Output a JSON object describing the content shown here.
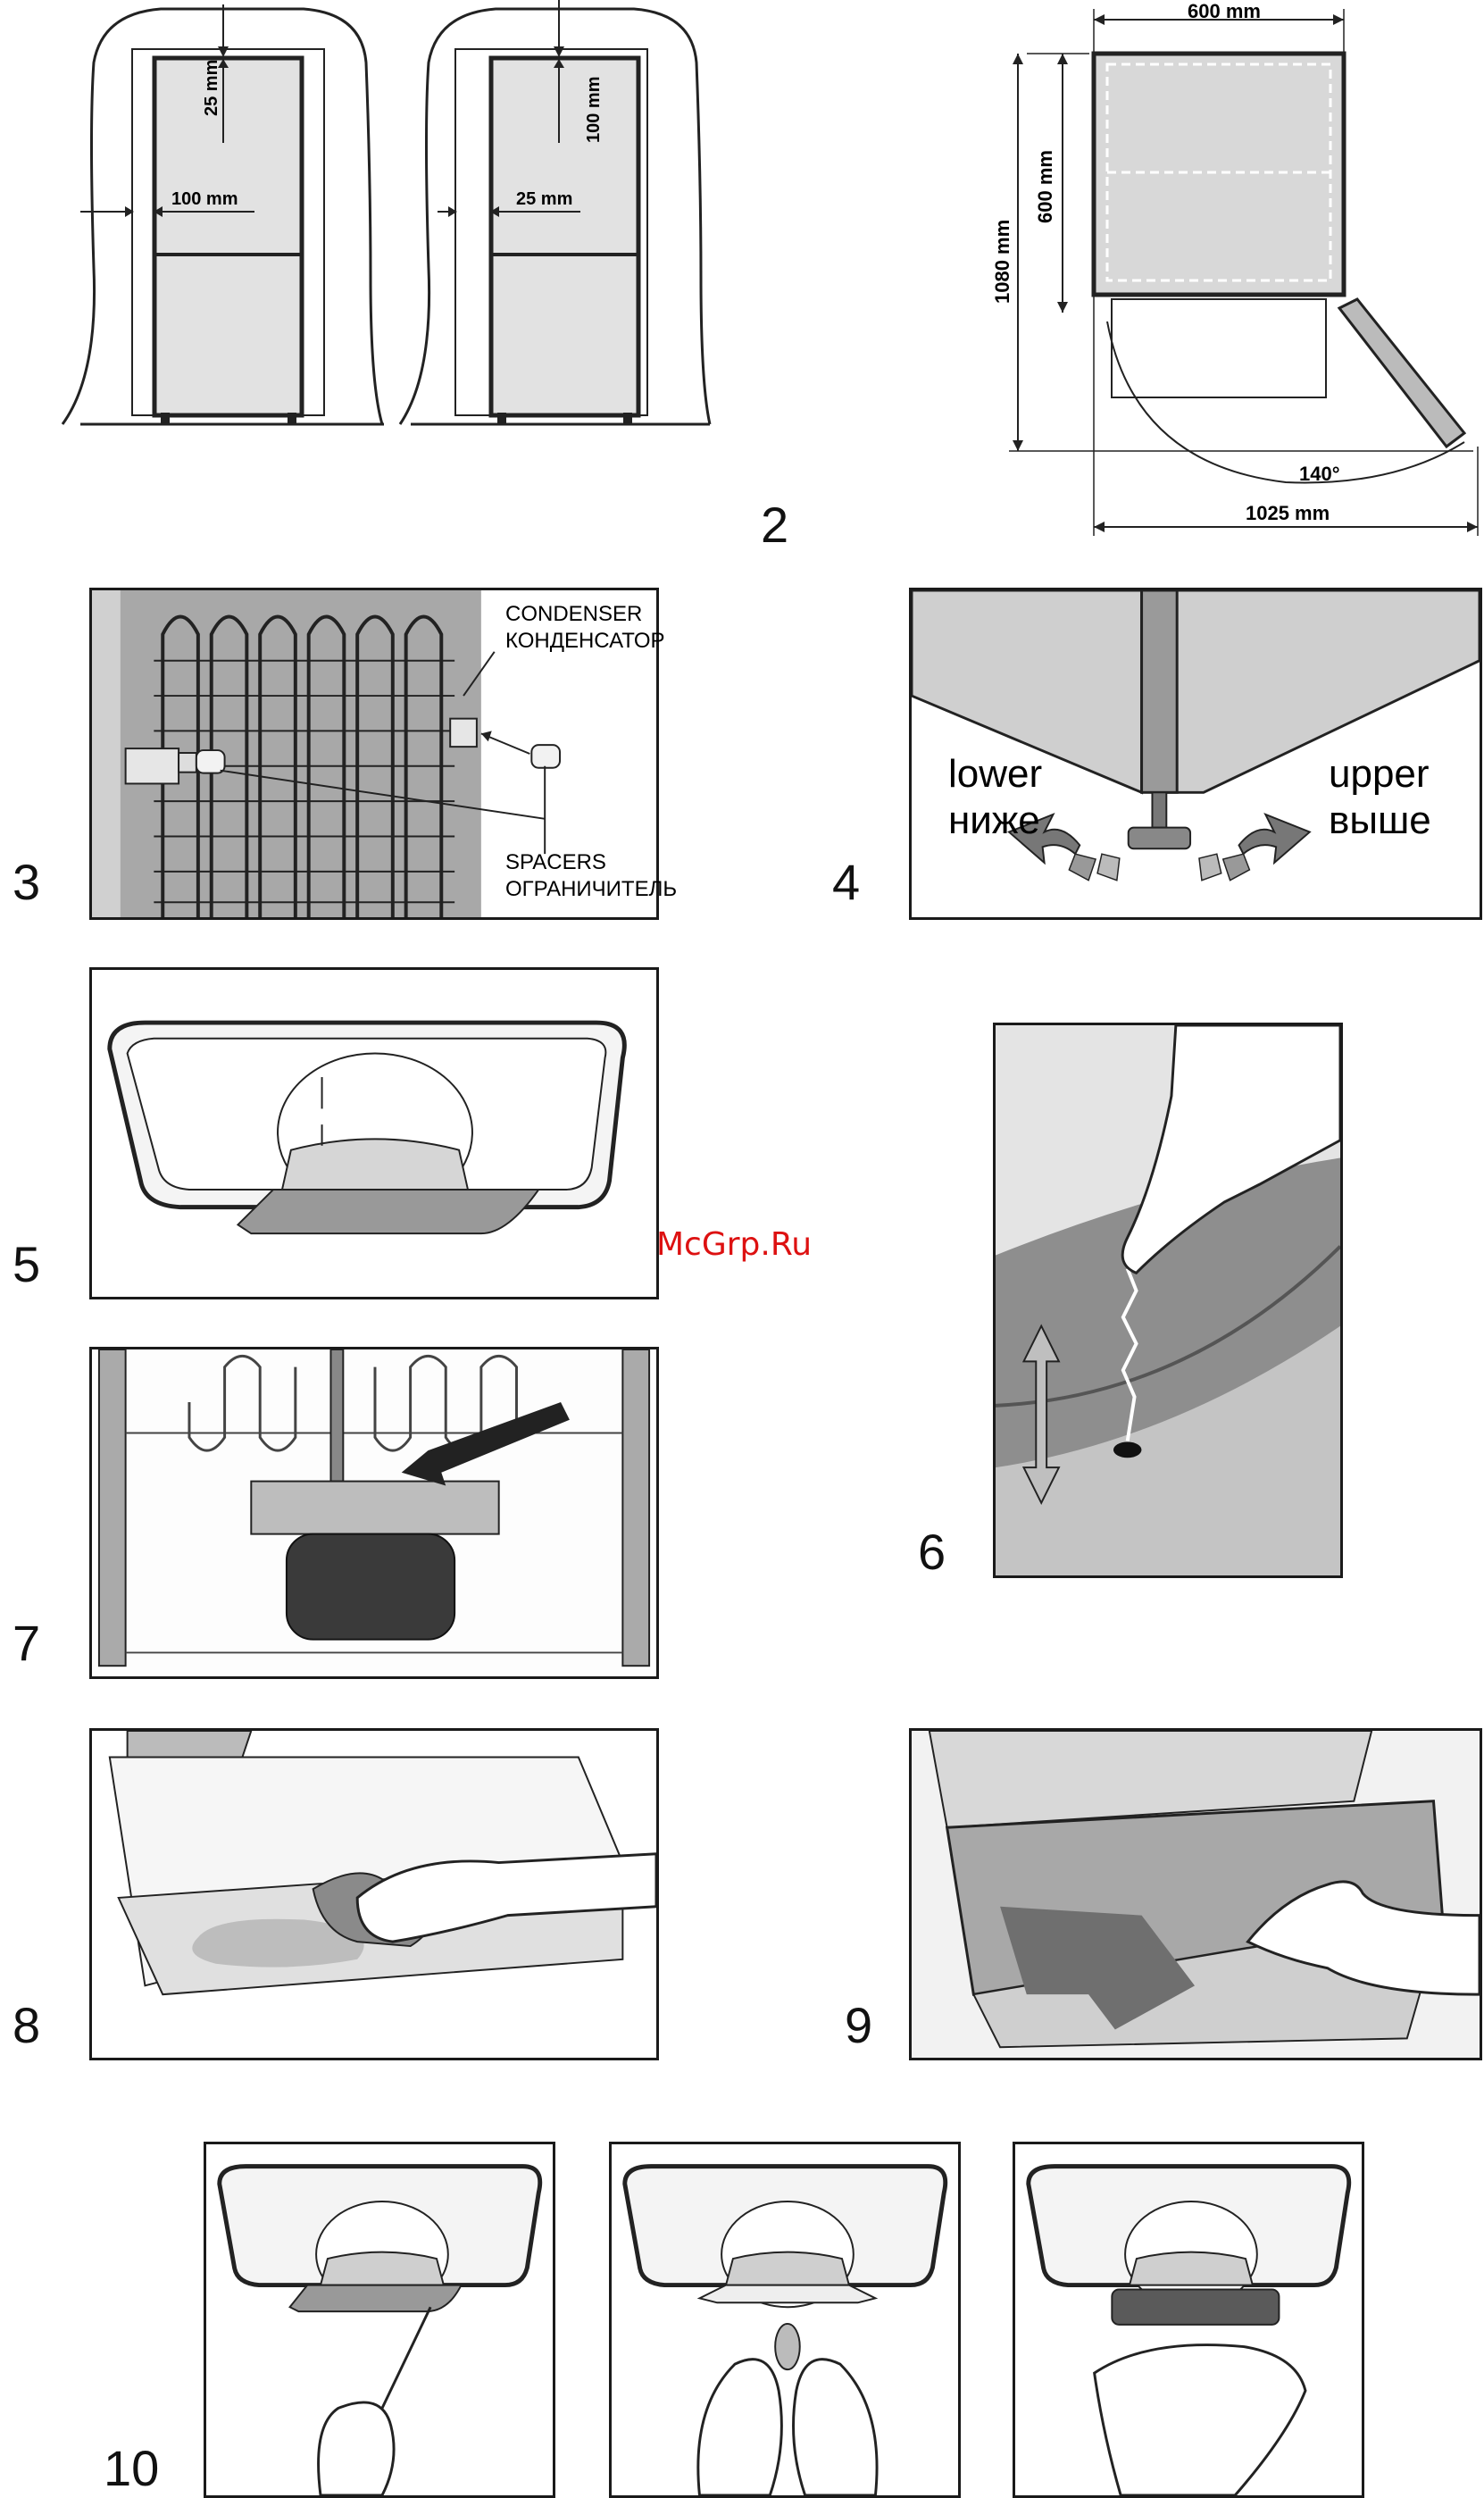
{
  "figures": {
    "fig1": {
      "left_unit": {
        "top_gap": "25 mm",
        "side_gap": "100 mm"
      },
      "right_unit": {
        "top_gap": "100 mm",
        "side_gap": "25 mm"
      }
    },
    "fig2": {
      "number": "2",
      "width": "600 mm",
      "depth": "600 mm",
      "depth_open": "1080 mm",
      "angle": "140°",
      "width_open": "1025 mm"
    },
    "fig3": {
      "number": "3",
      "condenser_en": "CONDENSER",
      "condenser_ru": "КОНДЕНСАТОР",
      "spacers_en": "SPACERS",
      "spacers_ru": "ОГРАНИЧИТЕЛЬ"
    },
    "fig4": {
      "number": "4",
      "lower_en": "lower",
      "lower_ru": "ниже",
      "upper_en": "upper",
      "upper_ru": "выше"
    },
    "fig5": {
      "number": "5"
    },
    "fig6": {
      "number": "6"
    },
    "fig7": {
      "number": "7"
    },
    "fig8": {
      "number": "8"
    },
    "fig9": {
      "number": "9"
    },
    "fig10": {
      "number": "10"
    }
  },
  "watermark": "McGrp.Ru"
}
